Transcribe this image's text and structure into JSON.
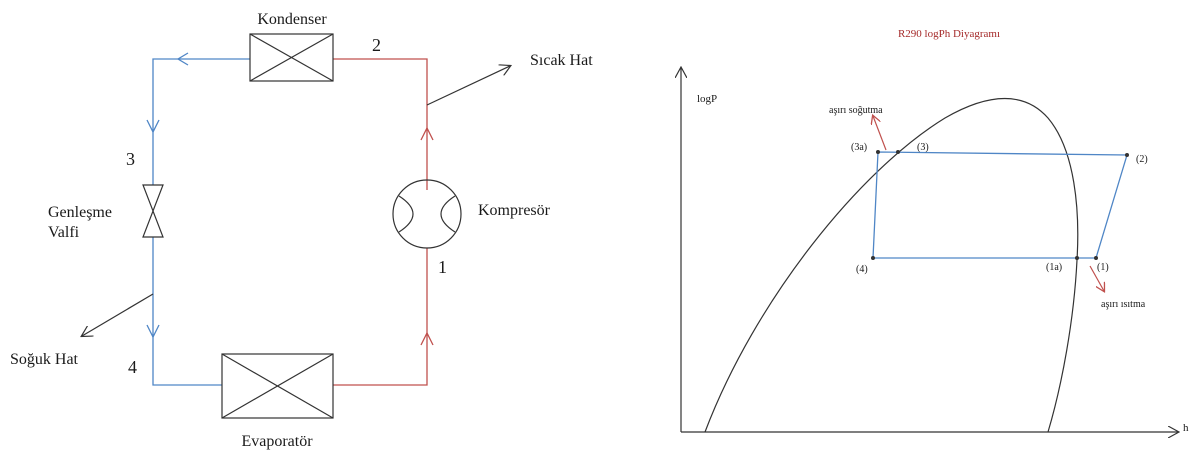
{
  "cycle_diagram": {
    "condenser_label": "Kondenser",
    "evaporator_label": "Evaporatör",
    "compressor_label": "Kompresör",
    "valve_label_line1": "Genleşme",
    "valve_label_line2": "Valfi",
    "hot_line_label": "Sıcak Hat",
    "cold_line_label": "Soğuk Hat",
    "point_1": "1",
    "point_2": "2",
    "point_3": "3",
    "point_4": "4",
    "colors": {
      "high_side": "#c0504d",
      "low_side": "#4f86c6"
    }
  },
  "ph_diagram": {
    "title": "R290 logPh Diyagramı",
    "y_axis_label": "logP",
    "x_axis_label": "h",
    "state_labels": {
      "p1": "(1)",
      "p1a": "(1a)",
      "p2": "(2)",
      "p3": "(3)",
      "p3a": "(3a)",
      "p4": "(4)"
    },
    "subcooling_label": "aşırı soğutma",
    "superheat_label": "aşırı ısıtma",
    "colors": {
      "title": "#a52a2a",
      "cycle": "#4f86c6",
      "arrows": "#c0504d",
      "dome": "#333333"
    }
  }
}
